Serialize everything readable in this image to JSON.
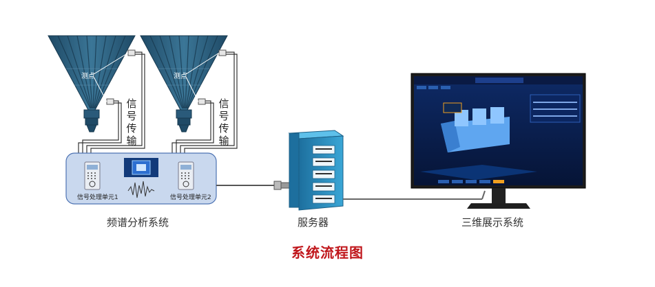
{
  "labels": {
    "measure_point_1": "测点",
    "measure_point_2": "测点",
    "signal_transmission_1": "信号传输",
    "signal_transmission_2": "信号传输",
    "signal_unit_1": "信号处理单元1",
    "signal_unit_2": "信号处理单元2",
    "spectrum_system": "频谱分析系统",
    "server": "服务器",
    "display_3d": "三维展示系统",
    "diagram_title": "系统流程图"
  },
  "colors": {
    "hopper": "#2a5a7a",
    "hopper_light": "#3b7697",
    "panel": "#c9d8ee",
    "server": "#2f8fbf",
    "monitor": "#222222",
    "screen": "#0b1f4f",
    "title": "#c0171c"
  }
}
